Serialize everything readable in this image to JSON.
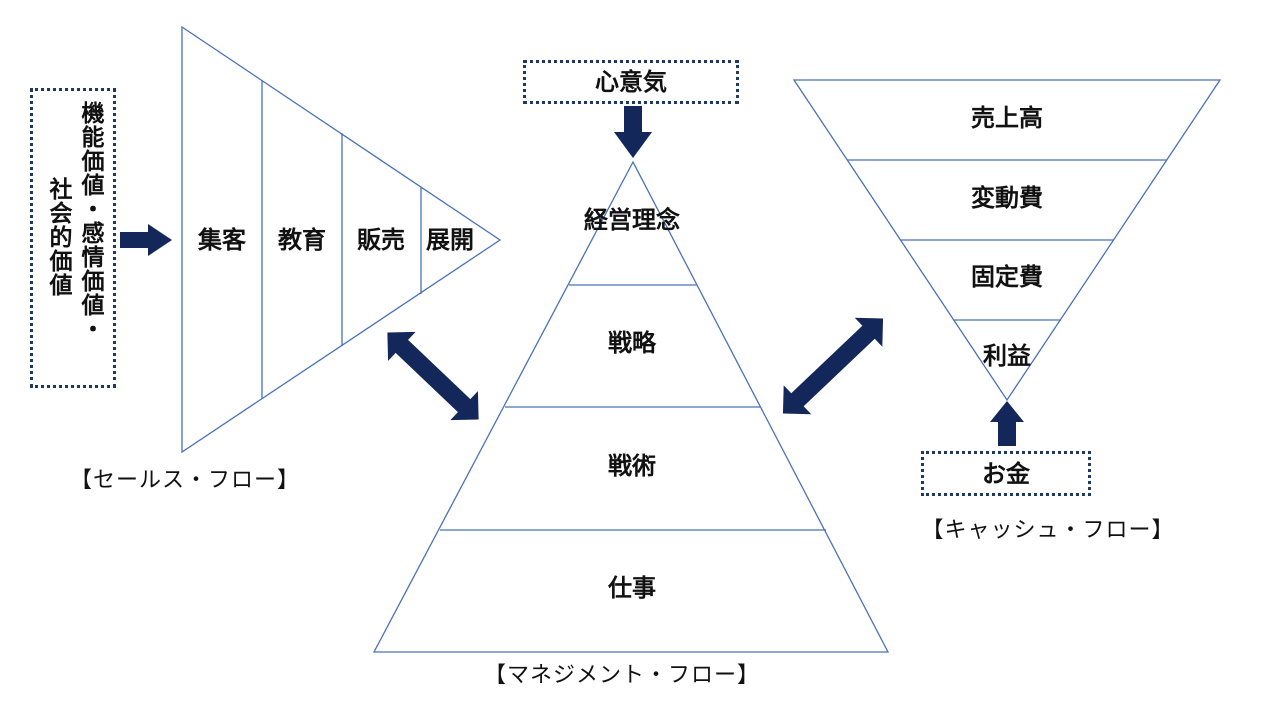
{
  "sales": {
    "value_box": {
      "line1": "機能価値・感情価値・",
      "line2": "社会的価値"
    },
    "stages": [
      "集客",
      "教育",
      "販売",
      "展開"
    ],
    "caption": "【セールス・フロー】"
  },
  "management": {
    "input": "心意気",
    "levels": [
      "経営理念",
      "戦略",
      "戦術",
      "仕事"
    ],
    "caption": "【マネジメント・フロー】"
  },
  "cash": {
    "levels": [
      "売上高",
      "変動費",
      "固定費",
      "利益"
    ],
    "input": "お金",
    "caption": "【キャッシュ・フロー】"
  },
  "colors": {
    "outline": "#4a72b8",
    "arrow": "#13275a",
    "dots": "#1f3864"
  }
}
